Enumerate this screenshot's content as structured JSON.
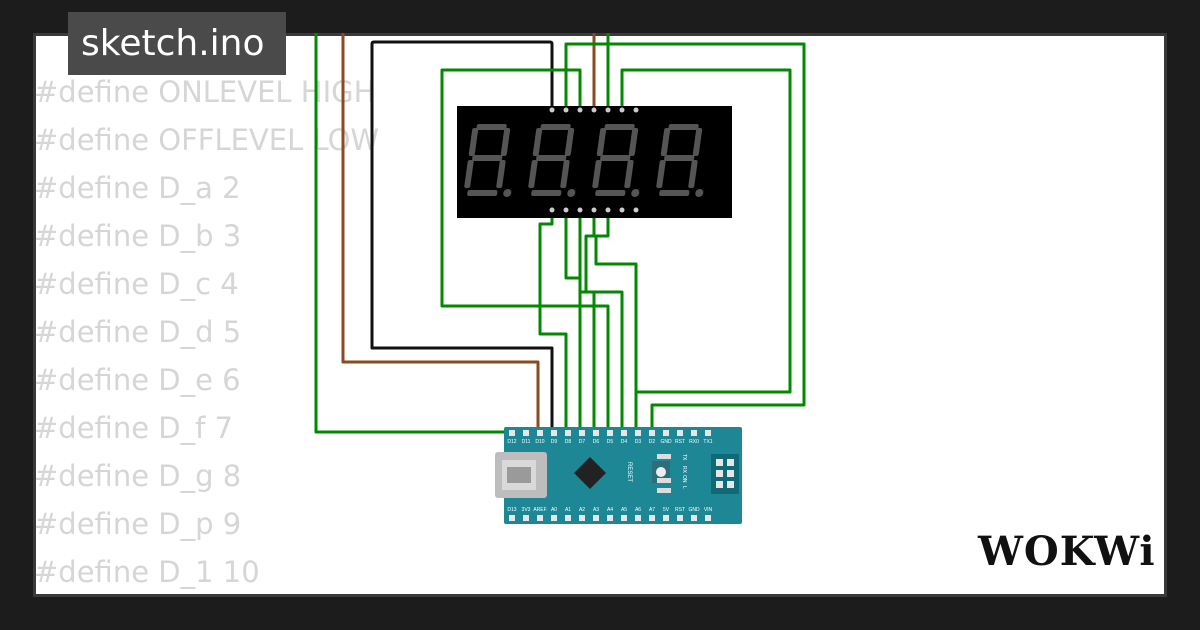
{
  "title": "sketch.ino",
  "code_lines": [
    "#define ONLEVEL HIGH",
    "#define OFFLEVEL LOW",
    "#define D_a 2",
    "#define D_b 3",
    "#define D_c 4",
    "#define D_d 5",
    "#define D_e 6",
    "#define D_f 7",
    "#define D_g 8",
    "#define D_p 9",
    "#define D_1 10"
  ],
  "display": {
    "digits": 4,
    "segment_color": "#555555",
    "body_color": "#000000"
  },
  "board": {
    "name": "Arduino Nano",
    "color": "#1e8796",
    "top_pins": [
      "D12",
      "D11",
      "D10",
      "D9",
      "D8",
      "D7",
      "D6",
      "D5",
      "D4",
      "D3",
      "D2",
      "GND",
      "RST",
      "RX0",
      "TX1"
    ],
    "bottom_pins": [
      "D13",
      "3V3",
      "AREF",
      "A0",
      "A1",
      "A2",
      "A3",
      "A4",
      "A5",
      "A6",
      "A7",
      "5V",
      "RST",
      "GND",
      "VIN"
    ],
    "labels": {
      "reset": "RESET",
      "tx": "TX",
      "rx": "RX",
      "on": "ON",
      "l": "L"
    }
  },
  "wire_colors": {
    "green": "#008a00",
    "brown": "#8b4a1f",
    "black": "#111111"
  },
  "logo": "WOKWi"
}
